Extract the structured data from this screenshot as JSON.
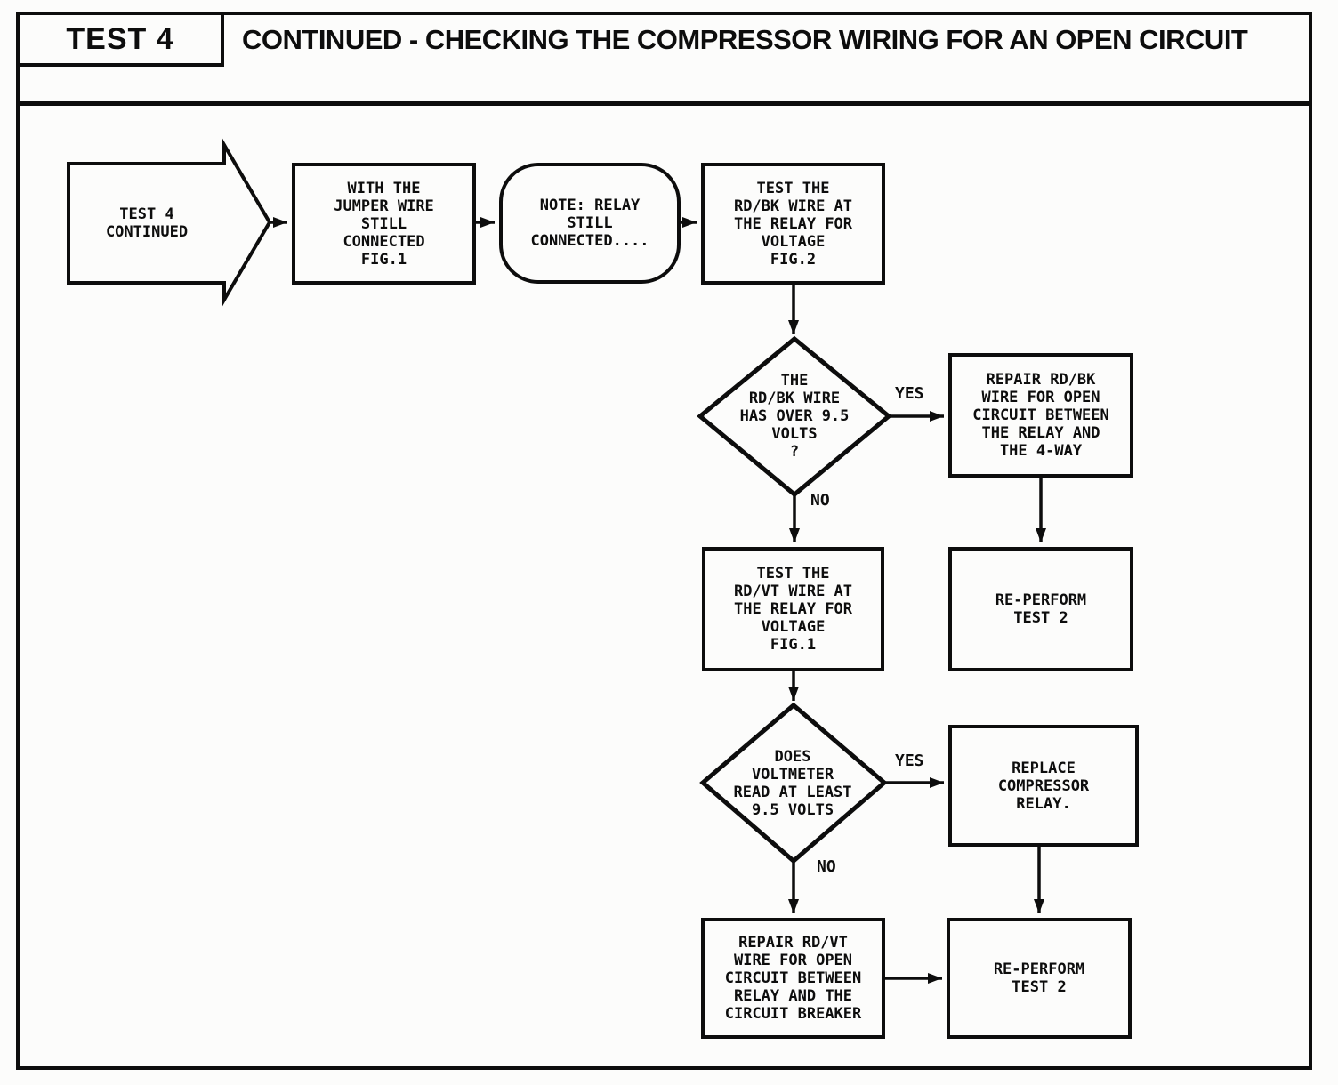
{
  "header": {
    "test_label": "TEST 4",
    "title": "CONTINUED - CHECKING THE COMPRESSOR WIRING FOR AN OPEN CIRCUIT"
  },
  "flowchart": {
    "start": "TEST 4\nCONTINUED",
    "step_jumper": "WITH THE\nJUMPER WIRE\nSTILL\nCONNECTED\nFIG.1",
    "note_relay": "NOTE: RELAY\nSTILL\nCONNECTED....",
    "step_test_rdbk": "TEST THE\nRD/BK WIRE AT\nTHE RELAY FOR\nVOLTAGE\nFIG.2",
    "decision_rdbk": "THE\nRD/BK WIRE\nHAS OVER 9.5\nVOLTS\n?",
    "repair_rdbk": "REPAIR RD/BK\nWIRE FOR OPEN\nCIRCUIT BETWEEN\nTHE RELAY AND\nTHE 4-WAY",
    "reperform_1": "RE-PERFORM\nTEST 2",
    "step_test_rdvt": "TEST THE\nRD/VT WIRE AT\nTHE RELAY FOR\nVOLTAGE\nFIG.1",
    "decision_voltmeter": "DOES\nVOLTMETER\nREAD AT LEAST\n9.5 VOLTS",
    "replace_relay": "REPLACE\nCOMPRESSOR\nRELAY.",
    "repair_rdvt": "REPAIR RD/VT\nWIRE FOR OPEN\nCIRCUIT BETWEEN\nRELAY AND THE\nCIRCUIT BREAKER",
    "reperform_2": "RE-PERFORM\nTEST 2",
    "labels": {
      "yes1": "YES",
      "no1": "NO",
      "yes2": "YES",
      "no2": "NO"
    }
  },
  "colors": {
    "ink": "#0d0d0d",
    "paper": "#fcfcfb"
  }
}
